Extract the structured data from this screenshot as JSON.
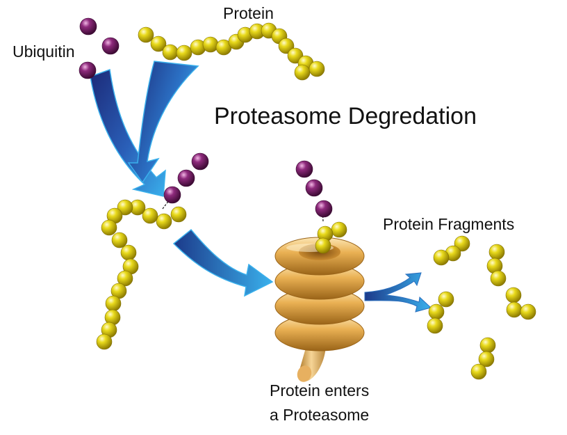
{
  "labels": {
    "ubiquitin": "Ubiquitin",
    "protein": "Protein",
    "title": "Proteasome Degredation",
    "fragments": "Protein Fragments",
    "enters_line1": "Protein enters",
    "enters_line2": "a Proteasome"
  },
  "colors": {
    "protein_bead": "#d8c400",
    "protein_bead_highlight": "#fff7a0",
    "ubiquitin_bead": "#7a1f6a",
    "ubiquitin_bead_highlight": "#e6a6d8",
    "arrow_dark": "#1c2a78",
    "arrow_light": "#33a8e8",
    "proteasome": "#e6a844",
    "proteasome_shadow": "#9a6418",
    "proteasome_highlight": "#fbe0a8",
    "text": "#111111"
  }
}
